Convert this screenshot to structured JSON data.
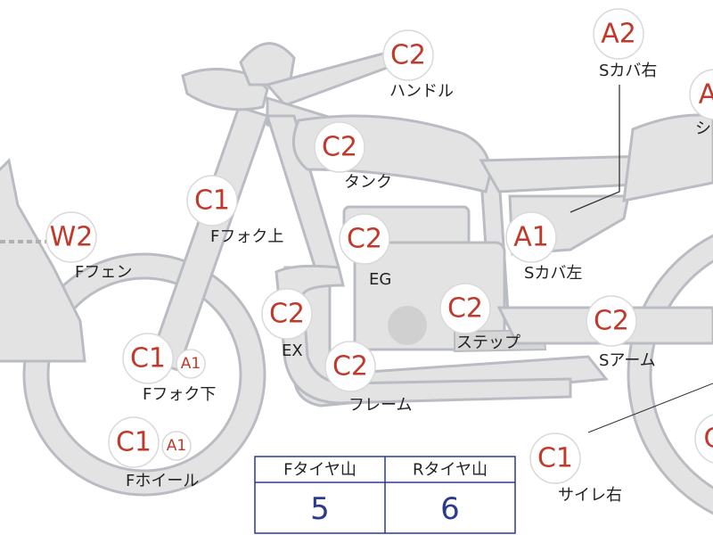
{
  "diagram": {
    "parts": [
      {
        "id": "handle",
        "codes": [
          "C2"
        ],
        "label": "ハンドル"
      },
      {
        "id": "side-cover-right",
        "codes": [
          "A2"
        ],
        "label": "Sカバ右"
      },
      {
        "id": "seat",
        "codes": [
          "A"
        ],
        "label": "シ"
      },
      {
        "id": "tank",
        "codes": [
          "C2"
        ],
        "label": "タンク"
      },
      {
        "id": "front-fork-upper",
        "codes": [
          "C1"
        ],
        "label": "Fフォク上"
      },
      {
        "id": "front-fender",
        "codes": [
          "W2"
        ],
        "label": "Fフェン"
      },
      {
        "id": "engine",
        "codes": [
          "C2"
        ],
        "label": "EG"
      },
      {
        "id": "side-cover-left",
        "codes": [
          "A1"
        ],
        "label": "Sカバ左"
      },
      {
        "id": "exhaust",
        "codes": [
          "C2"
        ],
        "label": "EX"
      },
      {
        "id": "step",
        "codes": [
          "C2"
        ],
        "label": "ステップ"
      },
      {
        "id": "swing-arm",
        "codes": [
          "C2"
        ],
        "label": "Sアーム"
      },
      {
        "id": "front-fork-lower",
        "codes": [
          "C1",
          "A1"
        ],
        "label": "Fフォク下"
      },
      {
        "id": "frame",
        "codes": [
          "C2"
        ],
        "label": "フレーム"
      },
      {
        "id": "front-wheel",
        "codes": [
          "C1",
          "A1"
        ],
        "label": "Fホイール"
      },
      {
        "id": "silencer-right",
        "codes": [
          "C1"
        ],
        "label": "サイレ右"
      },
      {
        "id": "rear-wheel",
        "codes": [
          "C"
        ],
        "label": ""
      }
    ]
  },
  "tire_table": {
    "front_header": "Fタイヤ山",
    "rear_header": "Rタイヤ山",
    "front_value": "5",
    "rear_value": "6"
  },
  "colors": {
    "grade_code": "#c0392b",
    "tire_value": "#2a3a8f",
    "bike_fill": "#e3e3e3",
    "bike_outline": "#b9bcc2"
  }
}
